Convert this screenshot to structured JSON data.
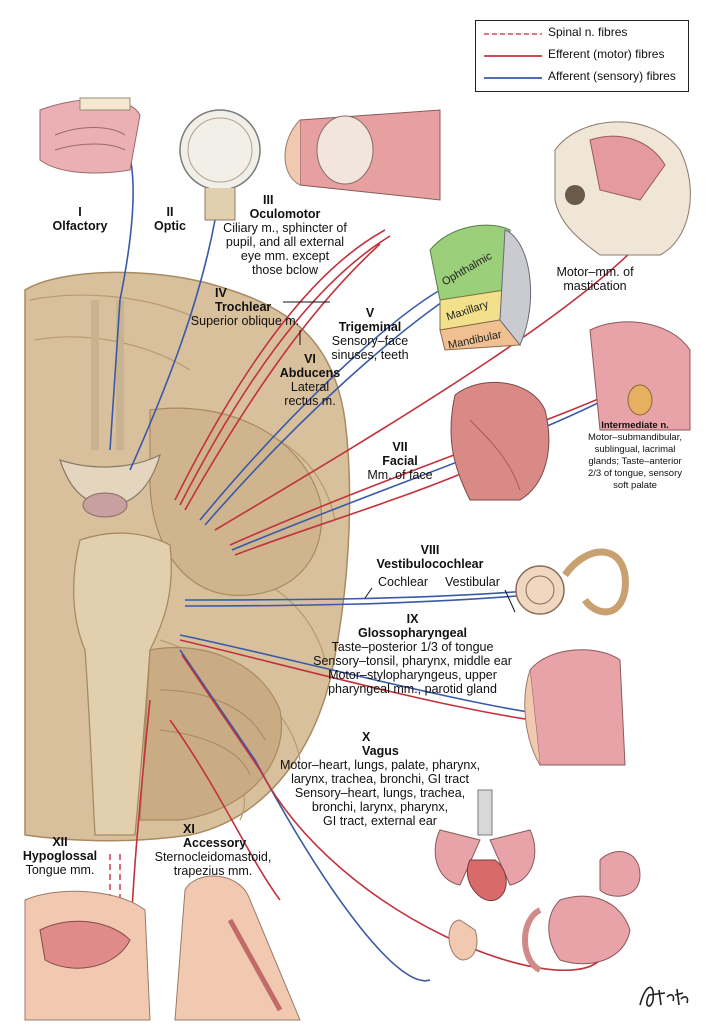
{
  "legend": {
    "items": [
      {
        "label": "Spinal n. fibres",
        "color": "#d04a5a",
        "style": "dashed"
      },
      {
        "label": "Efferent (motor) fibres",
        "color": "#c2323c",
        "style": "solid"
      },
      {
        "label": "Afferent (sensory) fibres",
        "color": "#3a5aa8",
        "style": "solid"
      }
    ]
  },
  "nerves": {
    "olfactory": {
      "numeral": "I",
      "name": "Olfactory"
    },
    "optic": {
      "numeral": "II",
      "name": "Optic"
    },
    "oculomotor": {
      "numeral": "III",
      "name": "Oculomotor",
      "desc": [
        "Ciliary m., sphincter of",
        "pupil, and all external",
        "eye mm. except",
        "those bclow"
      ]
    },
    "trochlear": {
      "numeral": "IV",
      "name": "Trochlear",
      "desc": [
        "Superior oblique m."
      ]
    },
    "trigeminal": {
      "numeral": "V",
      "name": "Trigeminal",
      "desc": [
        "Sensory–face",
        "sinuses, teeth"
      ],
      "motor": [
        "Motor–mm. of",
        "mastication"
      ],
      "regions": [
        "Ophthalmic",
        "Maxillary",
        "Mandibular"
      ]
    },
    "abducens": {
      "numeral": "VI",
      "name": "Abducens",
      "desc": [
        "Lateral",
        "rectus m."
      ]
    },
    "facial": {
      "numeral": "VII",
      "name": "Facial",
      "desc": [
        "Mm. of face"
      ],
      "intermediate_title": "Intermediate n.",
      "intermediate": [
        "Motor–submandibular,",
        "sublingual, lacrimal",
        "glands; Taste–anterior",
        "2/3 of tongue, sensory",
        "soft palate"
      ]
    },
    "vestibulocochlear": {
      "numeral": "VIII",
      "name": "Vestibulocochlear",
      "cochlear": "Cochlear",
      "vestibular": "Vestibular"
    },
    "glossopharyngeal": {
      "numeral": "IX",
      "name": "Glossopharyngeal",
      "desc": [
        "Taste–posterior 1/3 of tongue",
        "Sensory–tonsil, pharynx, middle ear",
        "Motor–stylopharyngeus, upper",
        "pharyngeal mm., parotid gland"
      ]
    },
    "vagus": {
      "numeral": "X",
      "name": "Vagus",
      "desc": [
        "Motor–heart, lungs, palate, pharynx,",
        "larynx, trachea, bronchi, GI tract",
        "Sensory–heart, lungs, trachea,",
        "bronchi, larynx, pharynx,",
        "GI tract, external ear"
      ]
    },
    "accessory": {
      "numeral": "XI",
      "name": "Accessory",
      "desc": [
        "Sternocleidomastoid,",
        "trapezius mm."
      ]
    },
    "hypoglossal": {
      "numeral": "XII",
      "name": "Hypoglossal",
      "desc": [
        "Tongue mm."
      ]
    }
  },
  "colors": {
    "motor": "#c2323c",
    "sensory": "#3a5aa8",
    "brain": "#d9c3a0",
    "brain_dark": "#b89a72",
    "tissue": "#e9a3a8",
    "skin": "#f0c9b0"
  }
}
